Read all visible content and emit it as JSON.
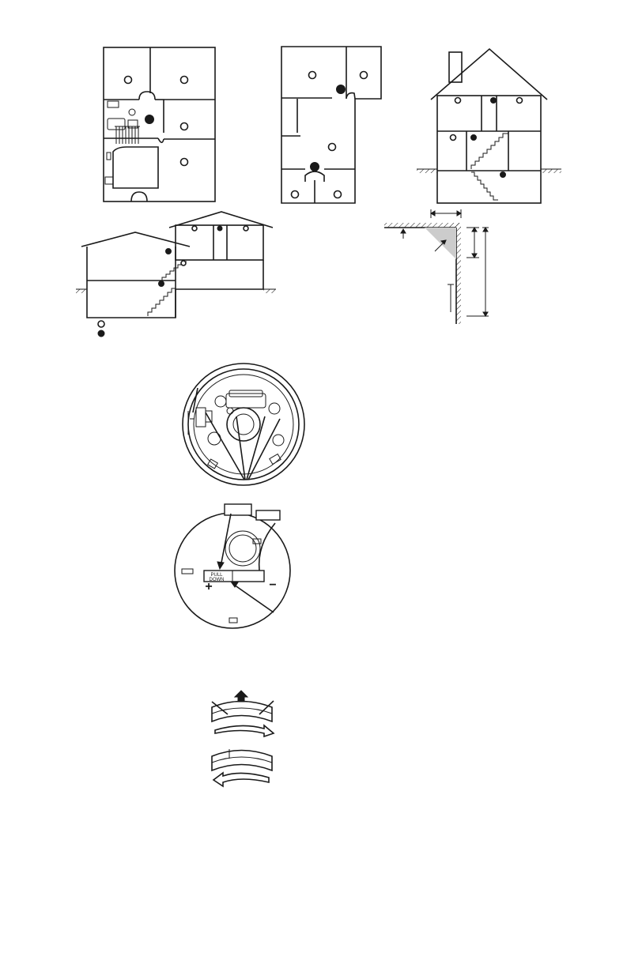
{
  "figures": {
    "battery_tab": {
      "label_line1": "PULL",
      "label_line2": "DOWN"
    },
    "polarity": {
      "plus": "+",
      "minus": "−"
    }
  },
  "colors": {
    "ink": "#1a1a1a",
    "dead_air": "#cccccc",
    "paper": "#ffffff"
  },
  "icons": [
    "ionization-detector-marker",
    "photoelectric-detector-marker",
    "up-arrow-icon",
    "rotate-arrow-icon"
  ]
}
